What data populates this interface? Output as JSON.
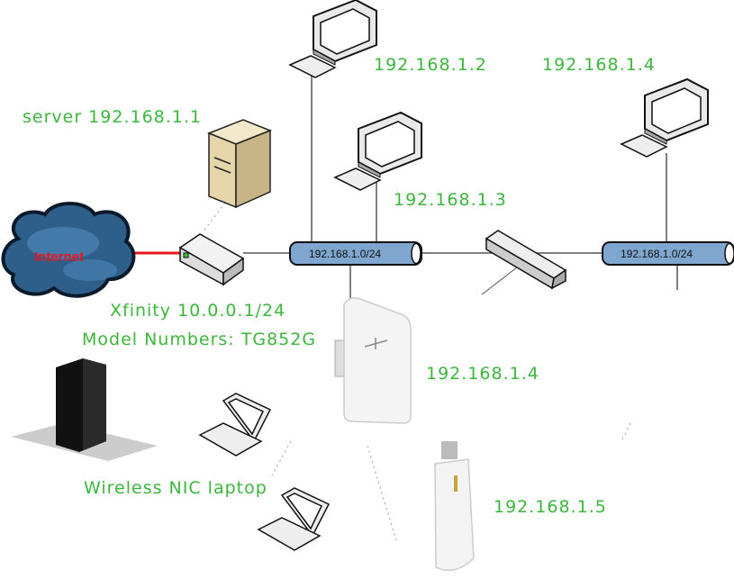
{
  "labels": {
    "pc_top": "192.168.1.2",
    "pc_right": "192.168.1.4",
    "pc_mid": "192.168.1.3",
    "server": "server 192.168.1.1",
    "xfinity": "Xfinity 10.0.0.1/24",
    "model": "Model Numbers: TG852G",
    "access_point": "192.168.1.4",
    "bullet": "192.168.1.5",
    "wireless": "Wireless NIC laptop",
    "internet": "Internet",
    "bus_left": "192.168.1.0/24",
    "bus_right": "192.168.1.0/24"
  },
  "colors": {
    "label_green": "#3cb63c",
    "internet_red": "#e8161b",
    "bus_blue": "#7fa6cf",
    "cloud": "#2d5f8a"
  }
}
